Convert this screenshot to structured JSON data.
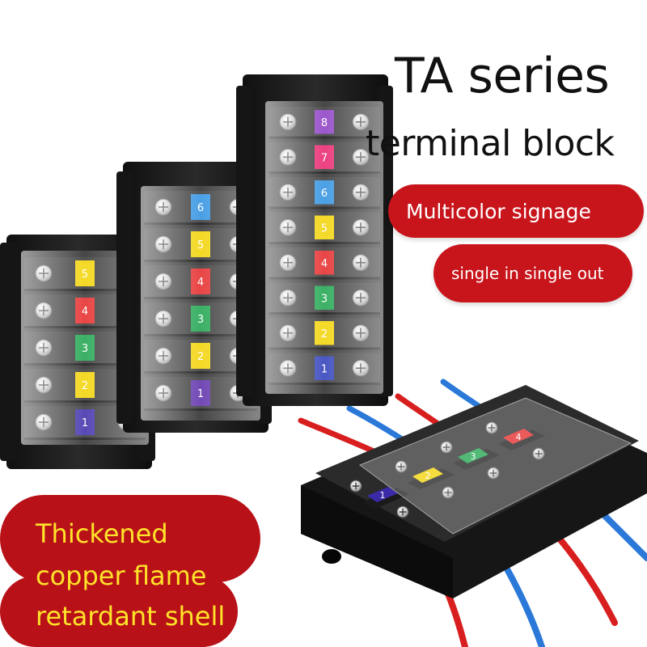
{
  "headline": {
    "line1": "TA series",
    "line2": "terminal block"
  },
  "badges": {
    "signage": "Multicolor signage",
    "io": "single in single out"
  },
  "feature": {
    "line1": "Thickened",
    "line2": "copper flame",
    "line3": "retardant shell"
  },
  "blocks": [
    {
      "positions": 5,
      "labels": [
        "5",
        "4",
        "3",
        "2",
        "1"
      ],
      "colors": [
        "#f2d200",
        "#e52525",
        "#19a24a",
        "#f2d200",
        "#3a2aa8"
      ]
    },
    {
      "positions": 6,
      "labels": [
        "6",
        "5",
        "4",
        "3",
        "2",
        "1"
      ],
      "colors": [
        "#2b8fe0",
        "#f2d200",
        "#e52525",
        "#19a24a",
        "#f2d200",
        "#5a2aa8"
      ]
    },
    {
      "positions": 8,
      "labels": [
        "8",
        "7",
        "6",
        "5",
        "4",
        "3",
        "2",
        "1"
      ],
      "colors": [
        "#8a3ac2",
        "#e8206a",
        "#2b8fe0",
        "#f2d200",
        "#e52525",
        "#19a24a",
        "#f2d200",
        "#2a3ab8"
      ]
    },
    {
      "positions": 4,
      "labels": [
        "1",
        "2",
        "3",
        "4"
      ],
      "colors": [
        "#3a2aa8",
        "#f2d200",
        "#19a24a",
        "#e52525"
      ]
    }
  ],
  "colors": {
    "accent_red": "#c8151c",
    "feature_text": "#ffe32a",
    "wire_red": "#d81e1e",
    "wire_blue": "#2a78d8",
    "body_black": "#1c1c1c"
  }
}
